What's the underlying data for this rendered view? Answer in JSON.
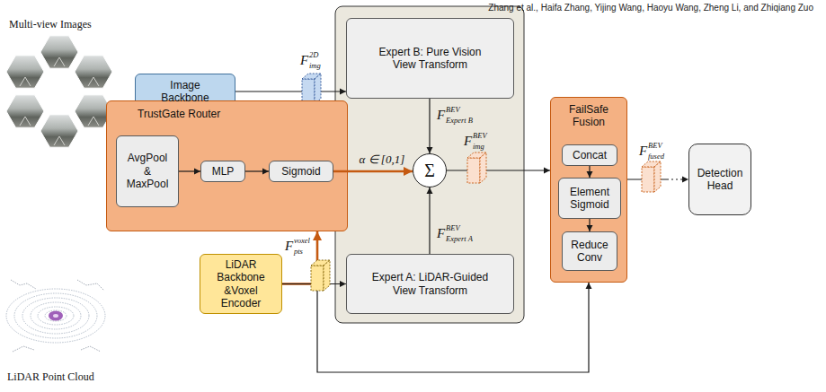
{
  "diagram": {
    "nodes": [
      {
        "text": [
          "Image Backbone"
        ]
      },
      {
        "text": [
          "TrustGate Router"
        ]
      },
      {
        "text": [
          "AvgPool & MaxPool"
        ],
        "in": 1
      },
      {
        "text": [
          "MLP"
        ],
        "in": 1
      },
      {
        "text": [
          "Sigmoid"
        ],
        "in": 1
      },
      {
        "text": [
          "Expert B: Pure Vision View Transform"
        ]
      },
      {
        "text": [
          "Σ"
        ]
      },
      {
        "text": [
          "Expert A: LiDAR-Guided View Transform"
        ]
      },
      {
        "text": [
          "LiDAR Backbone &Voxel Encoder"
        ]
      },
      {
        "text": [
          "FailSafe Fusion"
        ]
      },
      {
        "text": [
          "Concat"
        ],
        "in": 9
      },
      {
        "text": [
          "Element Sigmoid"
        ],
        "in": 9
      },
      {
        "text": [
          "Reduce Conv"
        ],
        "in": 9
      },
      {
        "text": [
          "Detection Head"
        ]
      }
    ],
    "edges": [
      {
        "from": 0,
        "to": 5,
        "arrow": "to"
      },
      {
        "from": 2,
        "to": 3,
        "arrow": "to"
      },
      {
        "from": 3,
        "to": 4,
        "arrow": "to"
      },
      {
        "from": 4,
        "to": 6,
        "label": "α ∈ [0,1]",
        "arrow": "to"
      },
      {
        "from": 5,
        "to": 6,
        "arrow": "to"
      },
      {
        "from": 7,
        "to": 6,
        "arrow": "to"
      },
      {
        "from": 6,
        "to": 9,
        "arrow": "to"
      },
      {
        "from": 8,
        "to": 7,
        "arrow": "to"
      },
      {
        "from": 8,
        "to": 1,
        "arrow": "to"
      },
      {
        "from": 8,
        "to": 9,
        "arrow": "to"
      },
      {
        "from": 10,
        "to": 11,
        "arrow": "to"
      },
      {
        "from": 11,
        "to": 12,
        "arrow": "to"
      },
      {
        "from": 9,
        "to": 13,
        "arrow": "to"
      }
    ],
    "labels": [
      "Zhang et al., Haifa Zhang, Yijing Wang, Haoyu Wang, Zheng Li, and Zhiqiang Zuo",
      "Multi-view Images",
      "F",
      "2D",
      "img",
      "F",
      "BEV",
      "Expert B",
      "F",
      "BEV",
      "img",
      "F",
      "BEV",
      "Expert A",
      "F",
      "voxel",
      "pts",
      "F",
      "BEV",
      "fused",
      "LiDAR Point Cloud"
    ]
  }
}
